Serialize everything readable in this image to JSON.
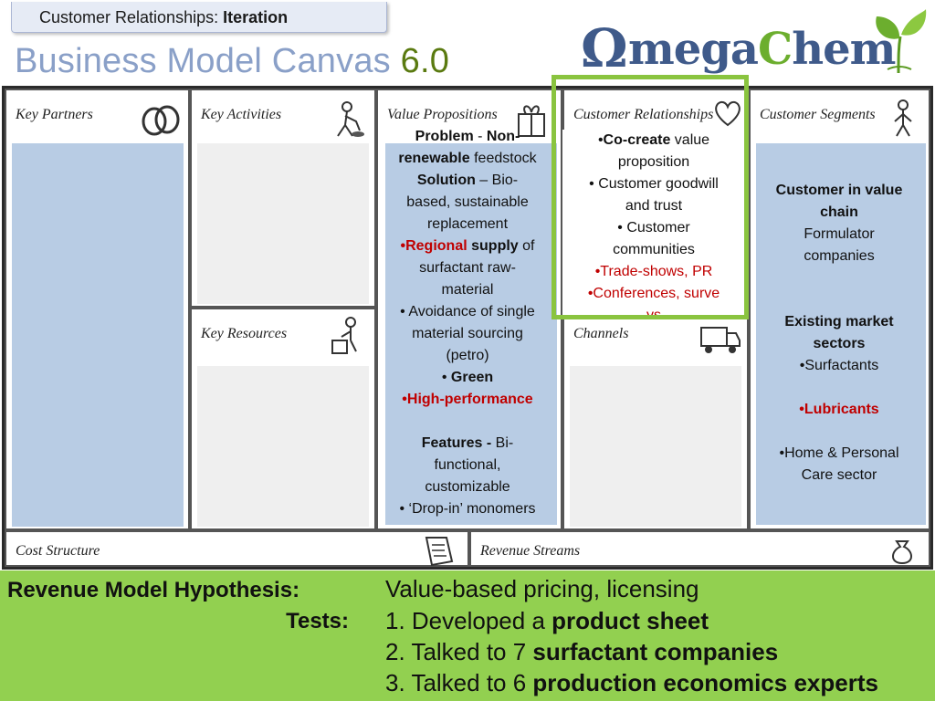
{
  "tag": {
    "prefix": "Customer Relationships:",
    "bold": "Iteration"
  },
  "title": {
    "main": "Business Model Canvas",
    "version": "6.0"
  },
  "logo": {
    "omega": "Ω",
    "mega": "mega",
    "c": "C",
    "hem": "hem"
  },
  "blocks": {
    "key_partners": "Key Partners",
    "key_activities": "Key Activities",
    "value_propositions": "Value Propositions",
    "customer_relationships": "Customer Relationships",
    "customer_segments": "Customer Segments",
    "key_resources": "Key Resources",
    "channels": "Channels",
    "cost_structure": "Cost Structure",
    "revenue_streams": "Revenue Streams"
  },
  "value_prop": {
    "l1a": "Problem",
    "l1b": " - ",
    "l1c": "Non-",
    "l2a": "renewable",
    "l2b": " feedstock",
    "l3a": "Solution",
    "l3b": " – Bio-",
    "l4": "based, sustainable",
    "l5": "replacement",
    "l6a": "•Regional",
    "l6b": " supply",
    "l6c": " of",
    "l7": "surfactant raw-",
    "l8": "material",
    "l9": "• Avoidance of single",
    "l10": "material sourcing",
    "l11": "(petro)",
    "l12a": "•  ",
    "l12b": "Green",
    "l13": "•High-performance",
    "l14a": "Features - ",
    "l14b": "Bi-",
    "l15": "functional,",
    "l16": "customizable",
    "l17": "• ‘Drop-in’ monomers"
  },
  "cust_rel": {
    "l1a": "•",
    "l1b": "Co-create",
    "l1c": " value",
    "l2": "proposition",
    "l3": "• Customer  goodwill",
    "l4": "and trust",
    "l5": "• Customer",
    "l6": "communities",
    "l7": "•Trade-shows, PR",
    "l8": "•Conferences, surve",
    "l9": "ys"
  },
  "segments": {
    "s1": "Customer in value",
    "s2": "chain",
    "s3": "Formulator",
    "s4": "companies",
    "s5": "Existing market",
    "s6": "sectors",
    "s7": "•Surfactants",
    "s8": "•Lubricants",
    "s9": "•Home & Personal",
    "s10": "Care sector"
  },
  "bottom": {
    "label1": "Revenue Model Hypothesis:",
    "label2": "Tests:",
    "line1": "Value-based pricing,  licensing",
    "line2a": "1. Developed a ",
    "line2b": "product sheet",
    "line3a": "2. Talked to 7 ",
    "line3b": "surfactant companies",
    "line4a": "3. Talked to 6 ",
    "line4b": "production economics experts"
  },
  "colors": {
    "blue_fill": "#b8cce4",
    "green_box": "#8ac43f",
    "bottom_band": "#92d050",
    "red_text": "#c00000"
  }
}
